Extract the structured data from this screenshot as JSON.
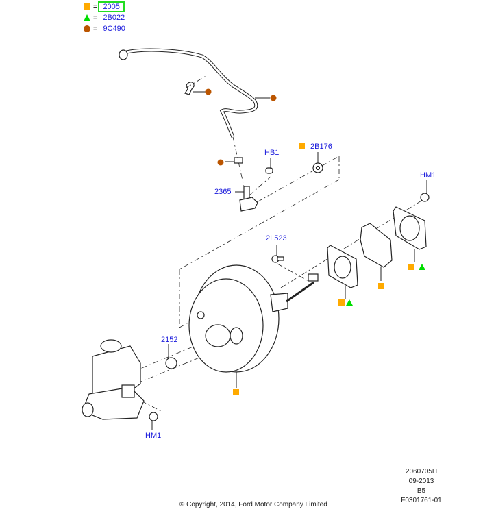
{
  "legend": [
    {
      "symbol": "square-icon",
      "color": "#ffaa00",
      "value": "2005",
      "selected": true
    },
    {
      "symbol": "triangle-icon",
      "color": "#00dd00",
      "value": "2B022",
      "selected": false
    },
    {
      "symbol": "circle-icon",
      "color": "#bb5500",
      "value": "9C490",
      "selected": false
    }
  ],
  "legend_eq": "=",
  "callouts": {
    "hb1": "HB1",
    "p2b176": "2B176",
    "p2365": "2365",
    "hm1_top": "HM1",
    "p2l523": "2L523",
    "p2152": "2152",
    "hm1_bottom": "HM1"
  },
  "footer": {
    "drawing_number": "2060705H",
    "date": "09-2013",
    "code": "B5",
    "figure_id": "F0301761-01",
    "copyright": "© Copyright, 2014, Ford Motor Company Limited"
  },
  "colors": {
    "square": "#ffaa00",
    "triangle": "#00dd00",
    "circle": "#bb5500",
    "label": "#1a1adc",
    "highlight": "#22dd22"
  }
}
